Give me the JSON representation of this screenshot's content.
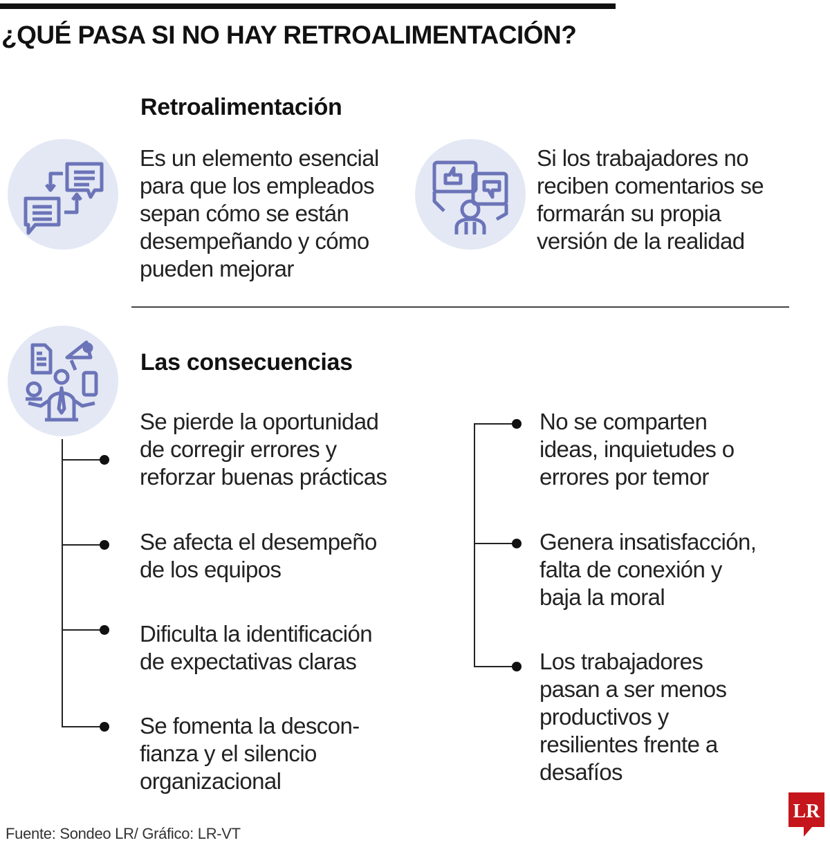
{
  "title": "¿QUÉ PASA SI NO HAY RETROALIMENTACIÓN?",
  "section1": {
    "heading": "Retroalimentación",
    "left_text": "Es un elemento esencial\npara que los empleados\nsepan cómo se están\ndesempeñando y cómo\npueden mejorar",
    "right_text": "Si los trabajadores no\nreciben comentarios se\nformarán su propia\nversión de la realidad",
    "icons": [
      "chat-exchange-icon",
      "feedback-thumbs-icon"
    ]
  },
  "section2": {
    "heading": "Las consecuencias",
    "icon": "stressed-worker-icon",
    "left_items": [
      "Se pierde la oportunidad\nde corregir errores y\nreforzar buenas prácticas",
      "Se afecta el desempeño\nde los equipos",
      "Dificulta la identificación\nde expectativas claras",
      "Se fomenta la descon-\nfianza y el silencio\norganizacional"
    ],
    "right_items": [
      "No se comparten\nideas, inquietudes o\nerrores por temor",
      "Genera insatisfacción,\nfalta de conexión y\nbaja la moral",
      "Los trabajadores\npasan a ser menos\nproductivos y\nresilientes frente a\ndesafíos"
    ]
  },
  "source": "Fuente: Sondeo LR/ Gráfico: LR-VT",
  "logo": "LR",
  "colors": {
    "icon": "#6b74b8",
    "circle": "#e3e8f4",
    "logo": "#c4161c"
  }
}
